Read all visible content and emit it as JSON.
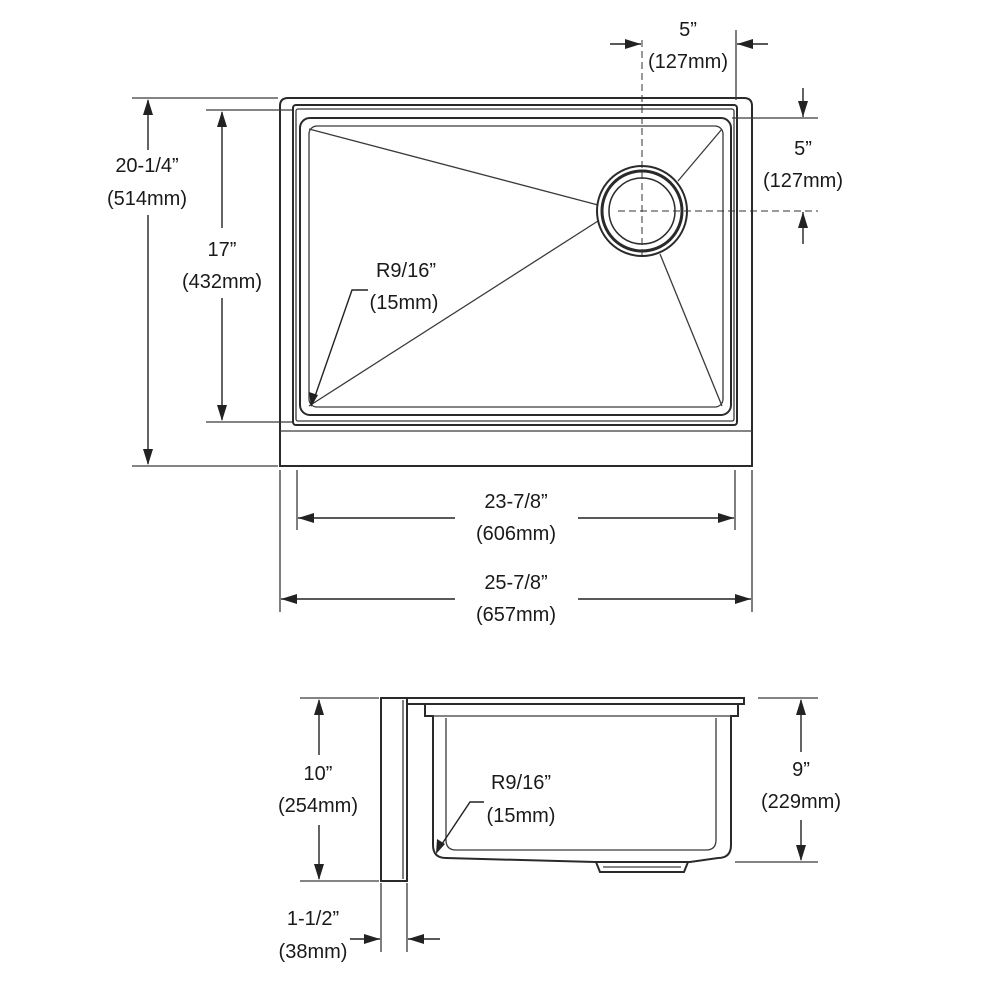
{
  "plan_view": {
    "overall_depth": {
      "imperial": "20-1/4”",
      "metric": "(514mm)"
    },
    "bowl_depth": {
      "imperial": "17”",
      "metric": "(432mm)"
    },
    "corner_radius": {
      "imperial": "R9/16”",
      "metric": "(15mm)"
    },
    "drain_offset_x": {
      "imperial": "5”",
      "metric": "(127mm)"
    },
    "drain_offset_y": {
      "imperial": "5”",
      "metric": "(127mm)"
    },
    "bowl_width": {
      "imperial": "23-7/8”",
      "metric": "(606mm)"
    },
    "overall_width": {
      "imperial": "25-7/8”",
      "metric": "(657mm)"
    }
  },
  "section_view": {
    "overall_height": {
      "imperial": "10”",
      "metric": "(254mm)"
    },
    "bowl_height": {
      "imperial": "9”",
      "metric": "(229mm)"
    },
    "corner_radius": {
      "imperial": "R9/16”",
      "metric": "(15mm)"
    },
    "apron_thickness": {
      "imperial": "1-1/2”",
      "metric": "(38mm)"
    }
  }
}
